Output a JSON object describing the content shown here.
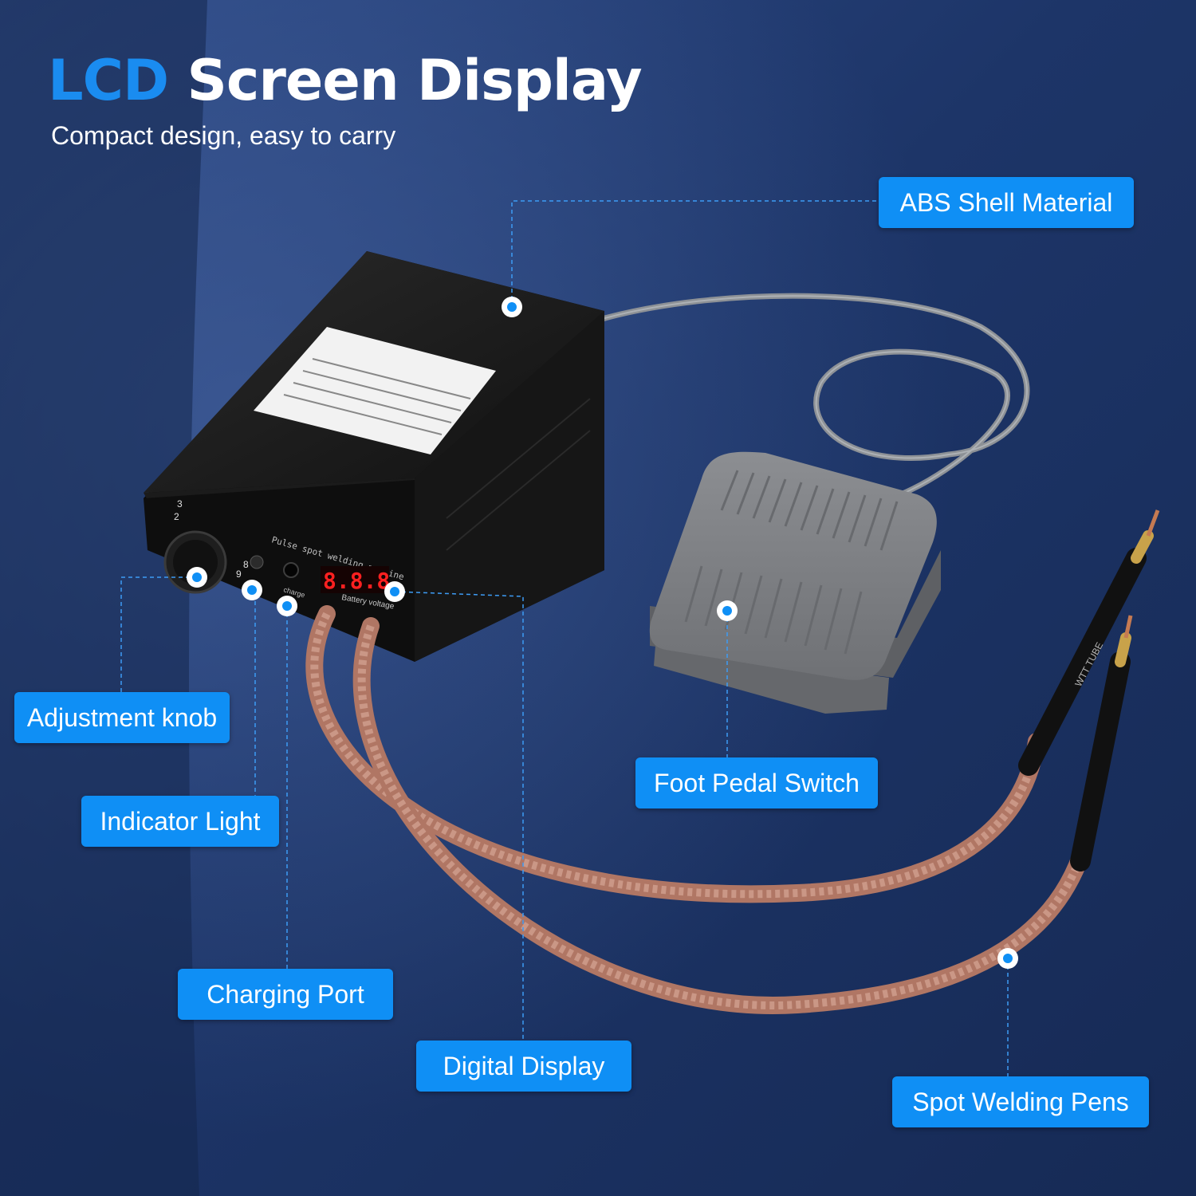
{
  "headline": {
    "accent": "LCD",
    "rest": "Screen Display"
  },
  "subtitle": "Compact design, easy to carry",
  "callouts": {
    "abs_shell": "ABS Shell Material",
    "adjustment_knob": "Adjustment knob",
    "indicator_light": "Indicator Light",
    "charging_port": "Charging Port",
    "digital_display": "Digital Display",
    "foot_pedal": "Foot Pedal Switch",
    "welding_pens": "Spot Welding Pens"
  },
  "device": {
    "panel_title": "Pulse spot welding machine",
    "display_reading": "8.8.8.",
    "display_caption": "Battery voltage",
    "charge_label": "charge",
    "dial_numbers": [
      "2",
      "3",
      "8",
      "9"
    ],
    "pen_text": "WTT TUBE"
  },
  "colors": {
    "accent": "#0f8ff5",
    "headline_accent": "#1a8cf0",
    "background": "#1d3260",
    "device_body": "#141414",
    "pedal": "#7f8185",
    "cable": "#c98f7a",
    "led": "#ff2020"
  }
}
